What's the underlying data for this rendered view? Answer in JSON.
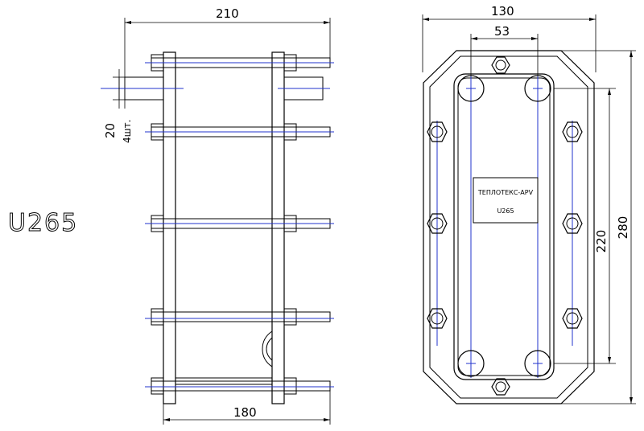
{
  "model_label": "U265",
  "side_view": {
    "dim_width_top": "210",
    "dim_width_bottom": "180",
    "dim_nozzle": "20",
    "dim_nozzle_qty": "4шт."
  },
  "front_view": {
    "dim_width_total": "130",
    "dim_port_spacing": "53",
    "dim_height_ports": "220",
    "dim_height_total": "280",
    "nameplate_line1": "ТЕПЛОТЕКС-АРV",
    "nameplate_line2": "U265"
  },
  "colors": {
    "line": "#000000",
    "centerline": "#2233cc"
  }
}
